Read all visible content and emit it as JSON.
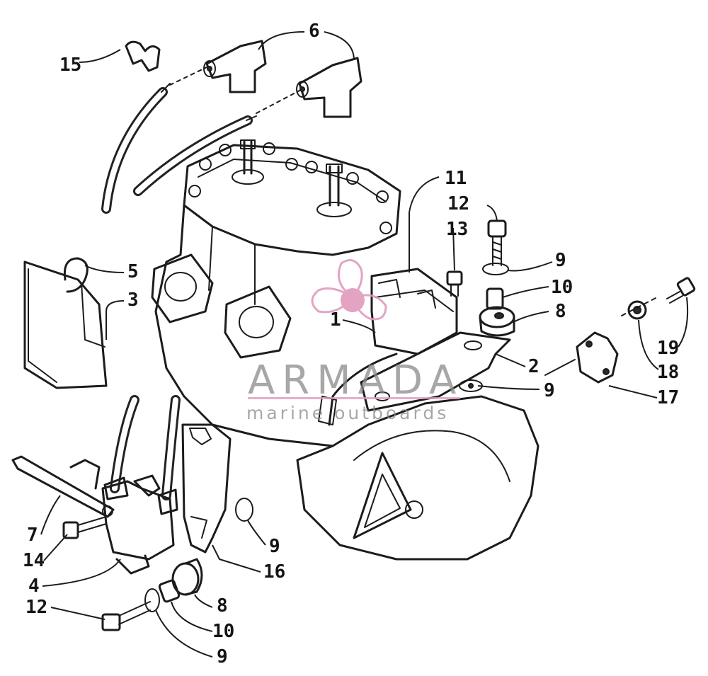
{
  "watermark": {
    "brand": "ARMADA",
    "tagline": "marine outboards",
    "logo_color": "#e09bbd",
    "text_color": "#8a8a8a"
  },
  "callouts": {
    "n1": "1",
    "n2": "2",
    "n3": "3",
    "n4": "4",
    "n5": "5",
    "n6": "6",
    "n7": "7",
    "n8a": "8",
    "n8b": "8",
    "n9a": "9",
    "n9b": "9",
    "n9c": "9",
    "n9d": "9",
    "n10a": "10",
    "n10b": "10",
    "n11": "11",
    "n12a": "12",
    "n12b": "12",
    "n13": "13",
    "n14": "14",
    "n15": "15",
    "n16": "16",
    "n17": "17",
    "n18": "18",
    "n19": "19"
  }
}
